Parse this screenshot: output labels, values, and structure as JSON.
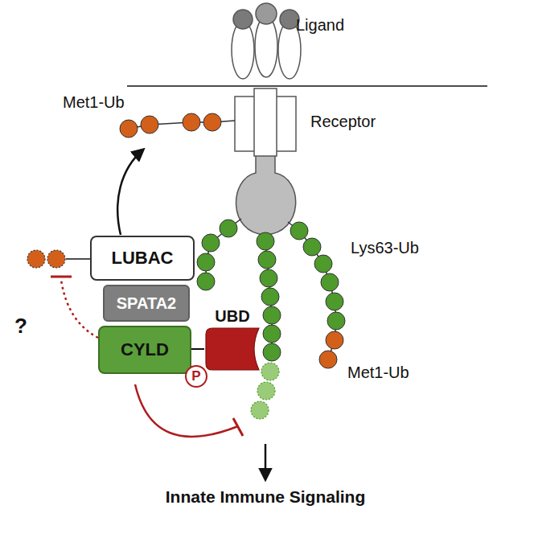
{
  "diagram": {
    "nodes": [
      {
        "text": [
          "LUBAC"
        ]
      },
      {
        "text": [
          "SPATA2"
        ]
      },
      {
        "text": [
          "CYLD"
        ]
      },
      {
        "text": [
          "UBD"
        ]
      },
      {
        "text": [
          "P"
        ]
      }
    ],
    "edges": [
      {
        "from": 2,
        "to": 3,
        "arrow": "none"
      }
    ],
    "labels": [
      "Ligand",
      "Receptor",
      "Met1-Ub",
      "Lys63-Ub",
      "Met1-Ub",
      "?",
      "Innate Immune Signaling"
    ]
  }
}
